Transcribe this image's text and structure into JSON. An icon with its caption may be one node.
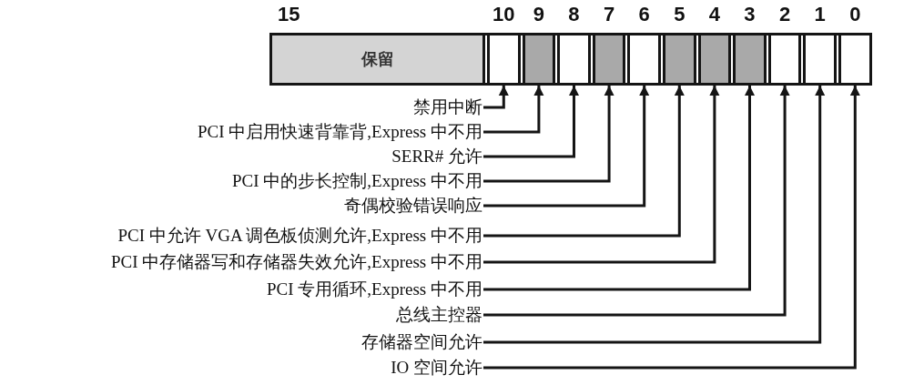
{
  "diagram": {
    "nodes": [
      {
        "text": [
          "保留"
        ],
        "beside": [
          "15"
        ]
      },
      {
        "text": [],
        "shape": "box",
        "beside": [
          "10"
        ]
      },
      {
        "text": [],
        "shape": "box",
        "beside": [
          "9"
        ]
      },
      {
        "text": [],
        "shape": "box",
        "beside": [
          "8"
        ]
      },
      {
        "text": [],
        "shape": "box",
        "beside": [
          "7"
        ]
      },
      {
        "text": [],
        "shape": "box",
        "beside": [
          "6"
        ]
      },
      {
        "text": [],
        "shape": "box",
        "beside": [
          "5"
        ]
      },
      {
        "text": [],
        "shape": "box",
        "beside": [
          "4"
        ]
      },
      {
        "text": [],
        "shape": "box",
        "beside": [
          "3"
        ]
      },
      {
        "text": [],
        "shape": "box",
        "beside": [
          "2"
        ]
      },
      {
        "text": [],
        "shape": "box",
        "beside": [
          "1"
        ]
      },
      {
        "text": [],
        "shape": "box",
        "beside": [
          "0"
        ]
      },
      {
        "text": [
          "禁用中断"
        ]
      },
      {
        "text": [
          "PCI 中启用快速背靠背,Express 中不用"
        ]
      },
      {
        "text": [
          "SERR# 允许"
        ]
      },
      {
        "text": [
          "PCI 中的步长控制,Express 中不用"
        ]
      },
      {
        "text": [
          "奇偶校验错误响应"
        ]
      },
      {
        "text": [
          "PCI 中允许 VGA 调色板侦测允许,Express 中不用"
        ]
      },
      {
        "text": [
          "PCI 中存储器写和存储器失效允许,Express 中不用"
        ]
      },
      {
        "text": [
          "PCI 专用循环,Express 中不用"
        ]
      },
      {
        "text": [
          "总线主控器"
        ]
      },
      {
        "text": [
          "存储器空间允许"
        ]
      },
      {
        "text": [
          "IO 空间允许"
        ]
      }
    ],
    "edges": [
      {
        "from": 12,
        "to": 1,
        "arrow": "to"
      },
      {
        "from": 13,
        "to": 2,
        "arrow": "to"
      },
      {
        "from": 14,
        "to": 3,
        "arrow": "to"
      },
      {
        "from": 15,
        "to": 4,
        "arrow": "to"
      },
      {
        "from": 16,
        "to": 5,
        "arrow": "to"
      },
      {
        "from": 17,
        "to": 6,
        "arrow": "to"
      },
      {
        "from": 18,
        "to": 7,
        "arrow": "to"
      },
      {
        "from": 19,
        "to": 8,
        "arrow": "to"
      },
      {
        "from": 20,
        "to": 9,
        "arrow": "to"
      },
      {
        "from": 21,
        "to": 10,
        "arrow": "to"
      },
      {
        "from": 22,
        "to": 11,
        "arrow": "to"
      }
    ]
  }
}
